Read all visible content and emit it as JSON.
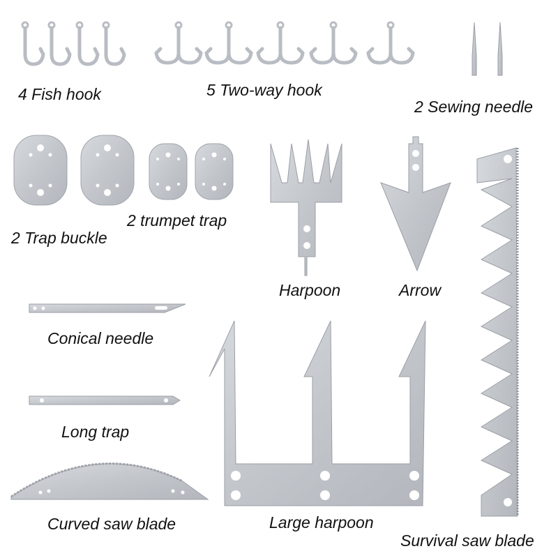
{
  "colors": {
    "metal": "#c9ccd1",
    "edge": "#9a9ea5",
    "label": "#111111",
    "background": "#ffffff"
  },
  "labels": {
    "fish_hook": "4 Fish hook",
    "two_way_hook": "5 Two-way hook",
    "sewing_needle": "2 Sewing needle",
    "trap_buckle": "2 Trap buckle",
    "trumpet_trap": "2 trumpet trap",
    "harpoon": "Harpoon",
    "arrow": "Arrow",
    "conical_needle": "Conical needle",
    "long_trap": "Long trap",
    "curved_saw_blade": "Curved saw blade",
    "large_harpoon": "Large harpoon",
    "survival_saw_blade": "Survival saw blade"
  }
}
